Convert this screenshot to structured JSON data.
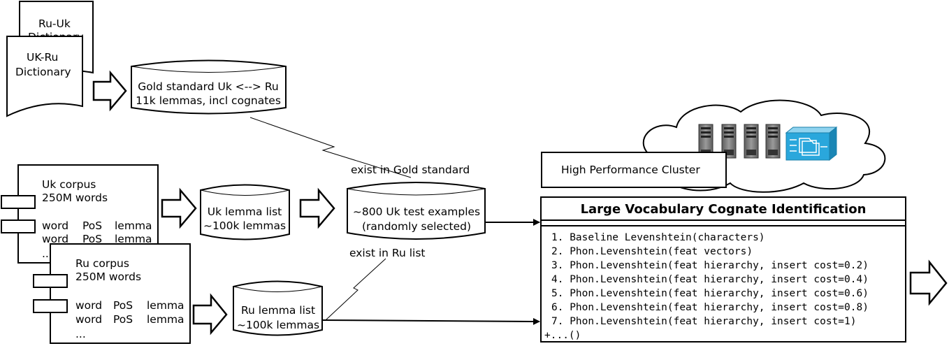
{
  "dictionaries": {
    "ru_uk": [
      "Ru-Uk",
      "Dictionary"
    ],
    "uk_ru": [
      "UK-Ru",
      "Dictionary"
    ]
  },
  "gold_standard": [
    "Gold standard Uk <--> Ru",
    "11k lemmas, incl cognates"
  ],
  "uk_corpus": {
    "lines": [
      "Uk corpus",
      "250M words"
    ],
    "table_rows": [
      [
        "word",
        "PoS",
        "lemma"
      ],
      [
        "word",
        "PoS",
        "lemma"
      ]
    ],
    "ellipsis": ".."
  },
  "ru_corpus": {
    "lines": [
      "Ru corpus",
      "250M words"
    ],
    "table_rows": [
      [
        "word",
        "PoS",
        "lemma"
      ],
      [
        "word",
        "PoS",
        "lemma"
      ]
    ],
    "ellipsis": "..."
  },
  "uk_lemma_list": [
    "Uk lemma list",
    "~100k lemmas"
  ],
  "ru_lemma_list": [
    "Ru lemma list",
    "~100k lemmas"
  ],
  "test_examples": [
    "~800 Uk test examples",
    "(randomly selected)"
  ],
  "labels": {
    "exist_gold": "exist in Gold standard",
    "exist_ru": "exist in Ru list"
  },
  "cluster": {
    "label": "High Performance Cluster"
  },
  "lvci": {
    "title": "Large Vocabulary Cognate Identification",
    "methods": [
      "1. Baseline Levenshtein(characters)",
      "2. Phon.Levenshtein(feat vectors)",
      "3. Phon.Levenshtein(feat hierarchy, insert cost=0.2)",
      "4. Phon.Levenshtein(feat hierarchy, insert cost=0.4)",
      "5. Phon.Levenshtein(feat hierarchy, insert cost=0.6)",
      "6. Phon.Levenshtein(feat hierarchy, insert cost=0.8)",
      "7. Phon.Levenshtein(feat hierarchy, insert cost=1)"
    ],
    "more": "+...()"
  },
  "colors": {
    "server": "#7a7a7a",
    "network_device": "#2aa7dc"
  },
  "icons": [
    "server-icon",
    "server-icon",
    "server-icon",
    "server-icon",
    "network-device-icon"
  ]
}
